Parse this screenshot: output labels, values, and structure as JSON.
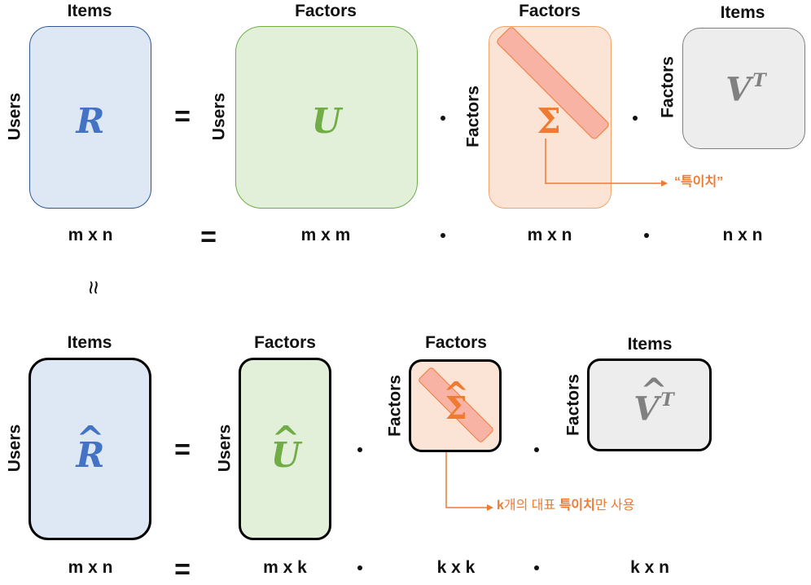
{
  "top": {
    "r": {
      "col_label": "Items",
      "row_label": "Users",
      "symbol": "R",
      "dims": "m x n"
    },
    "u": {
      "col_label": "Factors",
      "row_label": "Users",
      "symbol": "U",
      "dims": "m x m"
    },
    "sigma": {
      "col_label": "Factors",
      "row_label": "Factors",
      "symbol": "Σ",
      "dims": "m x n"
    },
    "vt": {
      "col_label": "Items",
      "row_label": "Factors",
      "symbol": "V",
      "superscript": "T",
      "dims": "n x n"
    },
    "equals": "=",
    "annotation": "“특이치”"
  },
  "approx_symbol": "≈",
  "bottom": {
    "r": {
      "col_label": "Items",
      "row_label": "Users",
      "symbol": "R",
      "hat": "^",
      "dims": "m x n"
    },
    "u": {
      "col_label": "Factors",
      "row_label": "Users",
      "symbol": "U",
      "hat": "^",
      "dims": "m x k"
    },
    "sigma": {
      "col_label": "Factors",
      "row_label": "Factors",
      "symbol": "Σ",
      "hat": "^",
      "dims": "k x k"
    },
    "vt": {
      "col_label": "Items",
      "row_label": "Factors",
      "symbol": "V",
      "superscript": "T",
      "hat": "^",
      "dims": "k x n"
    },
    "equals": "=",
    "annotation": {
      "part1": "k",
      "part2": "개의 대표 ",
      "part3": "특이치",
      "part4": "만 사용"
    }
  },
  "colors": {
    "r_fill": "#dee8f5",
    "r_border": "#2f5597",
    "r_symbol": "#4472c4",
    "u_fill": "#e2efd9",
    "u_border": "#70ad47",
    "u_symbol": "#70ad47",
    "sigma_fill": "#fbe3d6",
    "sigma_border": "#f4a46b",
    "sigma_bar": "#f8b3a4",
    "sigma_symbol": "#ef7a32",
    "vt_fill": "#ededed",
    "vt_border": "#7f7f7f",
    "vt_symbol": "#808080",
    "annotation": "#ef7a32"
  }
}
